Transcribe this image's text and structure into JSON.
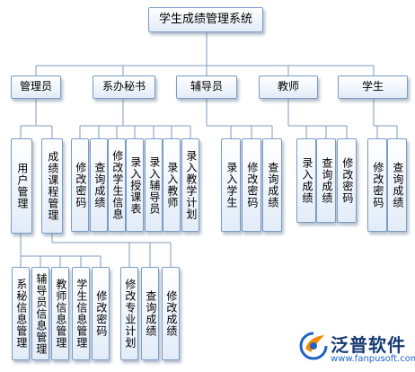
{
  "title": "学生成绩管理系统",
  "roles": {
    "admin": "管理员",
    "secretary": "系办秘书",
    "counselor": "辅导员",
    "teacher": "教师",
    "student": "学生"
  },
  "admin_children": {
    "user_mgmt": "用户管理",
    "grade_course_mgmt": "成绩课程管理"
  },
  "user_mgmt_children": [
    "系秘信息管理",
    "辅导员信息管理",
    "教师信息管理",
    "学生信息管理",
    "修改密码"
  ],
  "course_children": [
    "修改专业计划",
    "查询成绩",
    "修改成绩"
  ],
  "secretary_children": [
    "修改密码",
    "查询成绩",
    "修改学生信息",
    "录入授课表",
    "录入辅导员",
    "录入教师",
    "录入教学计划"
  ],
  "counselor_children": [
    "录入学生",
    "修改密码",
    "查询成绩"
  ],
  "teacher_children": [
    "录入成绩",
    "查询成绩",
    "修改密码"
  ],
  "student_children": [
    "修改密码",
    "查询成绩"
  ],
  "logo": {
    "name": "泛普软件",
    "url": "www.fanpusoft.com"
  },
  "colors": {
    "border": "#7a9cc6",
    "connector": "#7f9bbf",
    "box_gradient_top": "#ffffff",
    "box_gradient_bottom": "#e2ecf8",
    "logo_orange": "#f08a00",
    "logo_blue": "#1f63c5"
  }
}
